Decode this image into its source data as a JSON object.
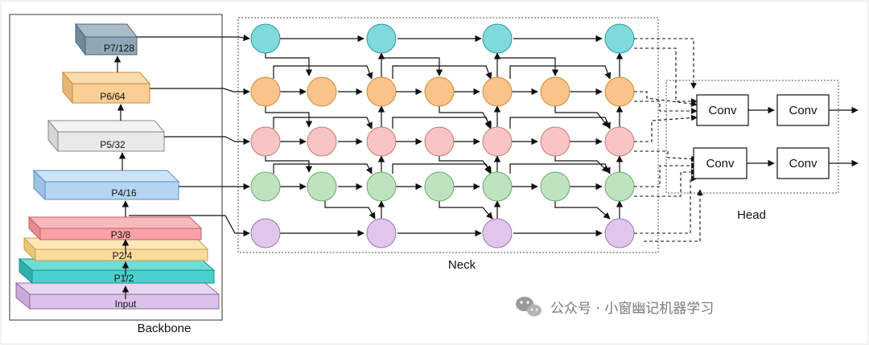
{
  "colors": {
    "cyan": "#7fd9dd",
    "orange": "#f9c38a",
    "pink": "#f8c5c5",
    "green": "#bfe3bf",
    "purple": "#e0c6ec",
    "p7": "#8fa8b6",
    "p6": "#f9cf96",
    "p5": "#e9e9e9",
    "p4": "#b5d6f3",
    "p3": "#f9a3a8",
    "p2": "#f9dc9c",
    "p1": "#49d0cc",
    "input": "#dcc2ea"
  },
  "backbone": {
    "title": "Backbone",
    "levels": [
      "P7/128",
      "P6/64",
      "P5/32",
      "P4/16",
      "P3/8",
      "P2/4",
      "P1/2",
      "Input"
    ]
  },
  "neck": {
    "title": "Neck"
  },
  "head": {
    "title": "Head",
    "conv_labels": [
      "Conv",
      "Conv",
      "Conv",
      "Conv"
    ]
  },
  "watermark": {
    "text": "公众号 · 小窗幽记机器学习",
    "icon": "wechat-icon"
  }
}
